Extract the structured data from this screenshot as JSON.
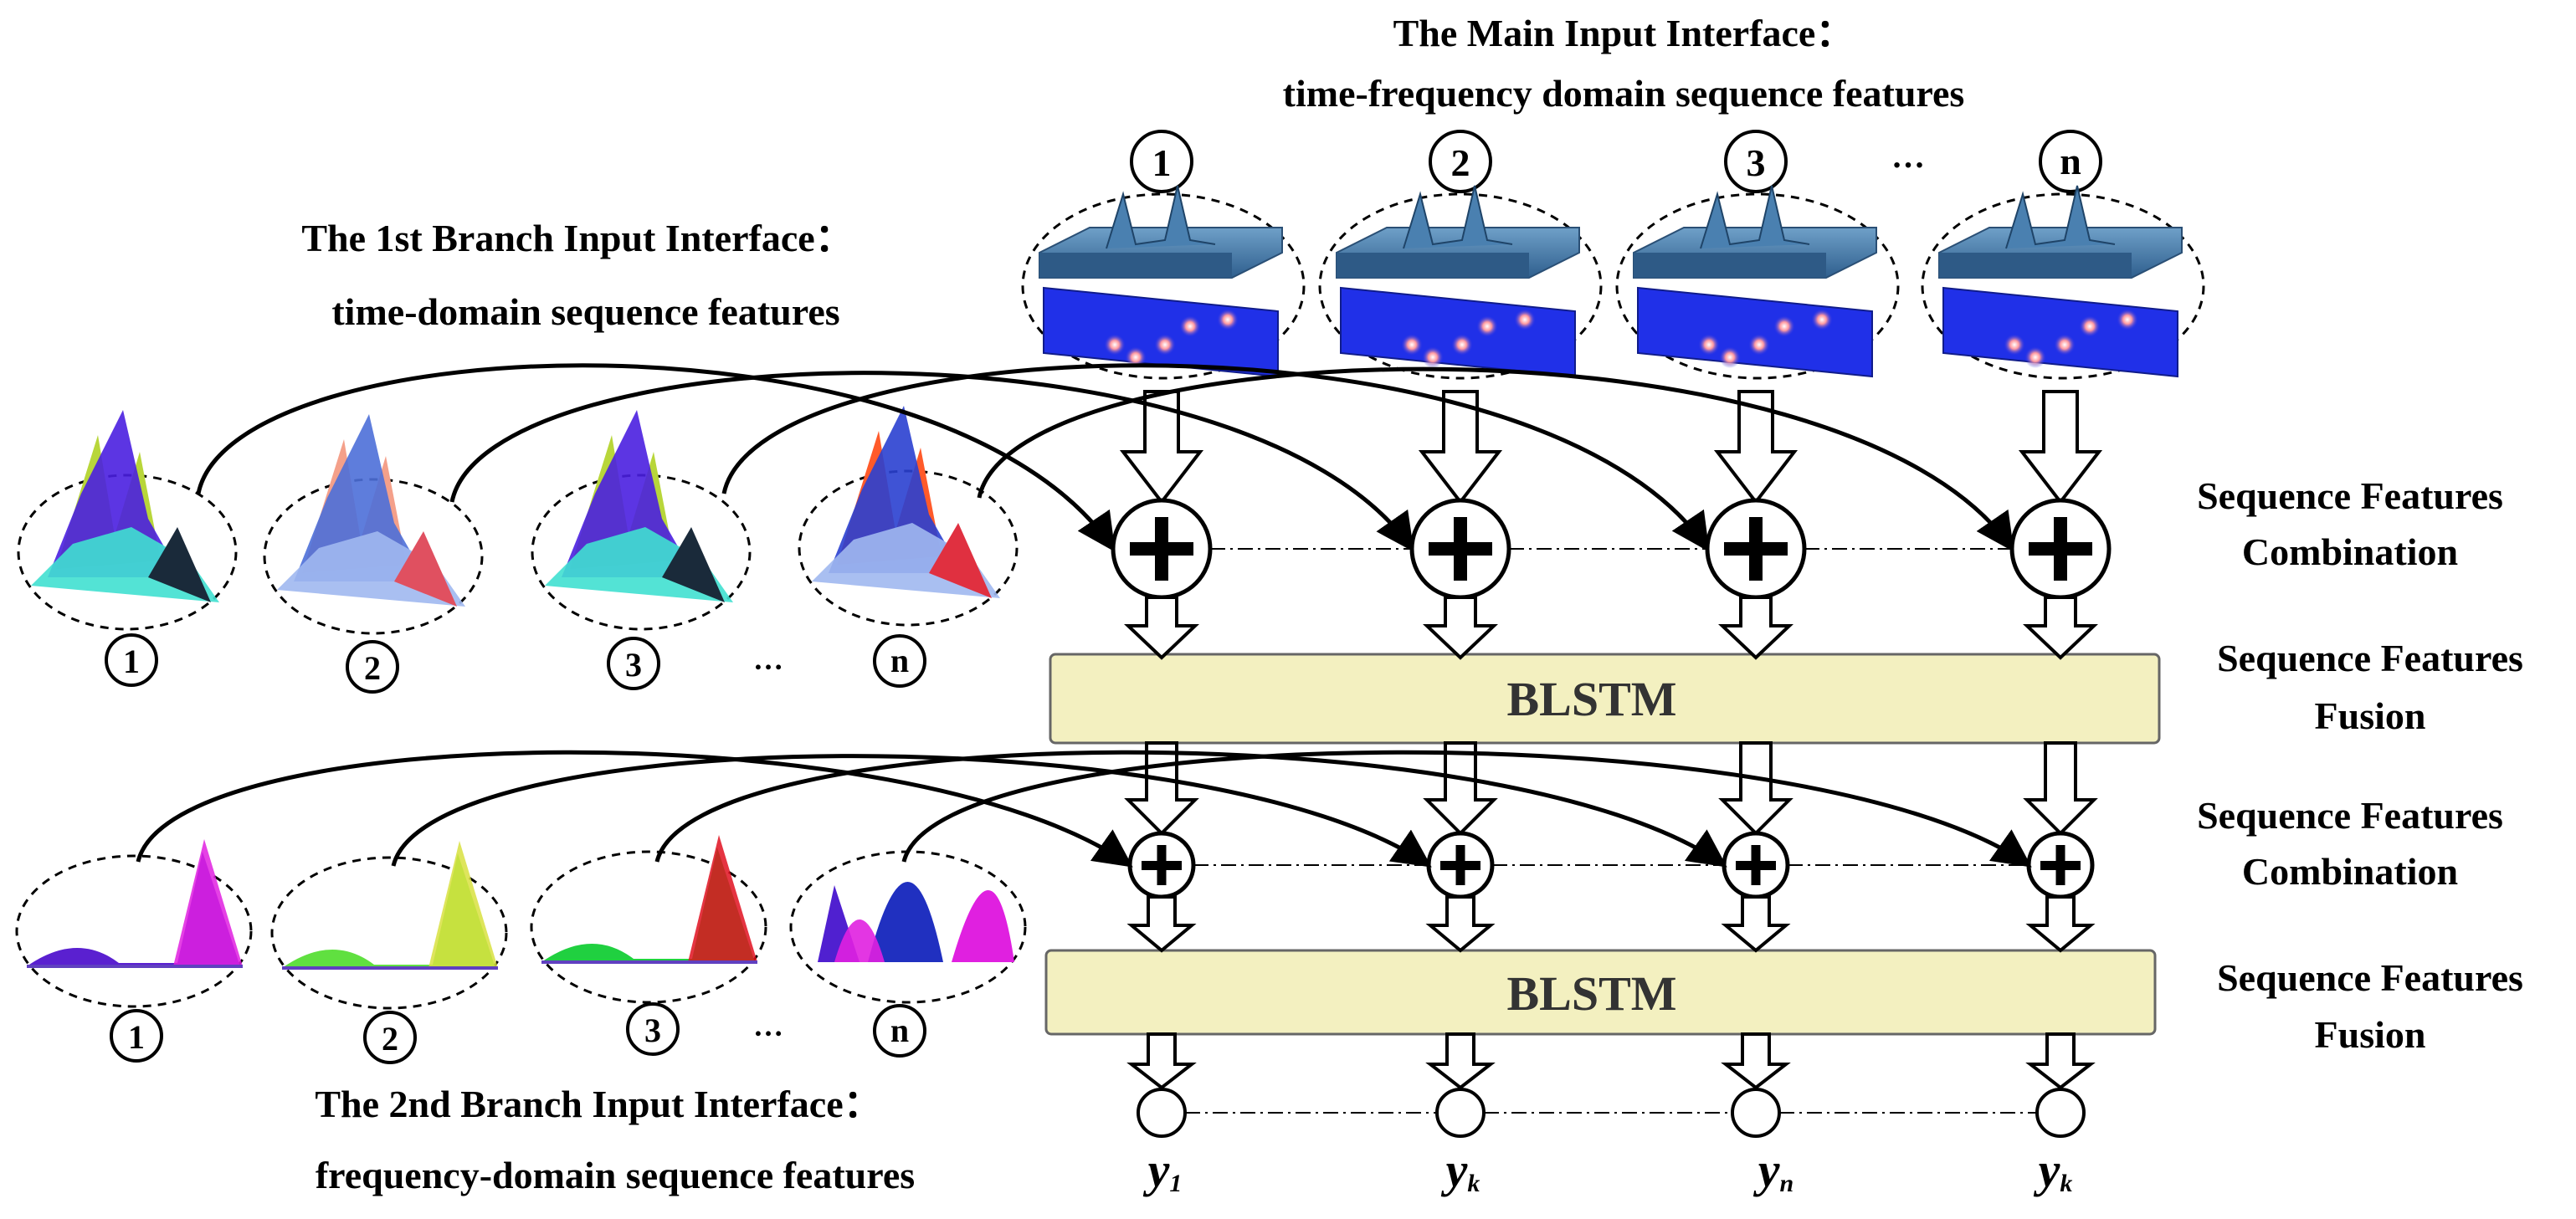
{
  "main_input": {
    "title": "The Main Input Interface：",
    "subtitle": "time-frequency domain sequence features",
    "items": [
      "1",
      "2",
      "3",
      "n"
    ],
    "ellipsis": "…"
  },
  "branch1": {
    "title": "The 1st Branch Input Interface：",
    "subtitle": "time-domain sequence features",
    "items": [
      "1",
      "2",
      "3",
      "n"
    ],
    "ellipsis": "…"
  },
  "branch2": {
    "title": "The 2nd Branch Input Interface：",
    "subtitle": "frequency-domain sequence features",
    "items": [
      "1",
      "2",
      "3",
      "n"
    ],
    "ellipsis": "…"
  },
  "blstm": {
    "label1": "BLSTM",
    "label2": "BLSTM"
  },
  "side_labels": {
    "combination1": [
      "Sequence Features",
      "Combination"
    ],
    "fusion1": [
      "Sequence Features",
      "Fusion"
    ],
    "combination2": [
      "Sequence Features",
      "Combination"
    ],
    "fusion2": [
      "Sequence Features",
      "Fusion"
    ]
  },
  "outputs": [
    {
      "base": "y",
      "sub": "1"
    },
    {
      "base": "y",
      "sub": "k"
    },
    {
      "base": "y",
      "sub": "n"
    },
    {
      "base": "y",
      "sub": "k"
    }
  ],
  "colors": {
    "blstm_fill": "#f3f0c0",
    "blstm_stroke": "#666666",
    "surface_blue": "#3b6fa0",
    "heatmap_blue": "#2030e8",
    "arrow_black": "#000000"
  }
}
